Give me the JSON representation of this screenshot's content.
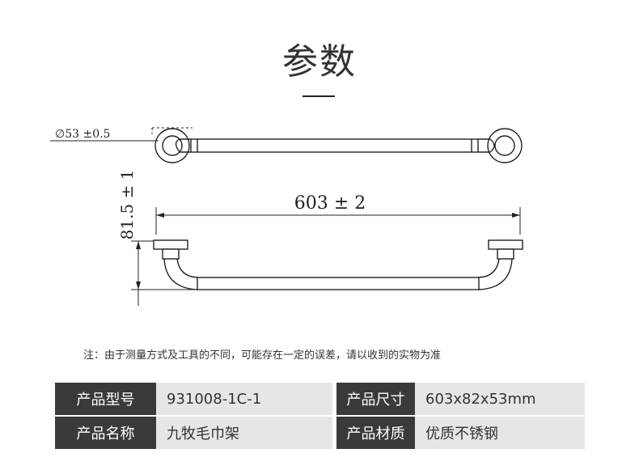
{
  "header": {
    "title": "参数"
  },
  "drawing": {
    "diameter_label": "∅53 ±0.5",
    "length_label": "603 ± 2",
    "height_label": "81.5 ± 1",
    "line_color": "#222222"
  },
  "note": "注：由于测量方式及工具的不同，可能存在一定的误差，请以收到的实物为准",
  "specs": {
    "model": {
      "label": "产品型号",
      "value": "931008-1C-1"
    },
    "size": {
      "label": "产品尺寸",
      "value": "603x82x53mm"
    },
    "name": {
      "label": "产品名称",
      "value": "九牧毛巾架"
    },
    "material": {
      "label": "产品材质",
      "value": "优质不锈钢"
    }
  },
  "colors": {
    "label_bg": "#3a3a3a",
    "value_bg": "#e6e6e6"
  }
}
